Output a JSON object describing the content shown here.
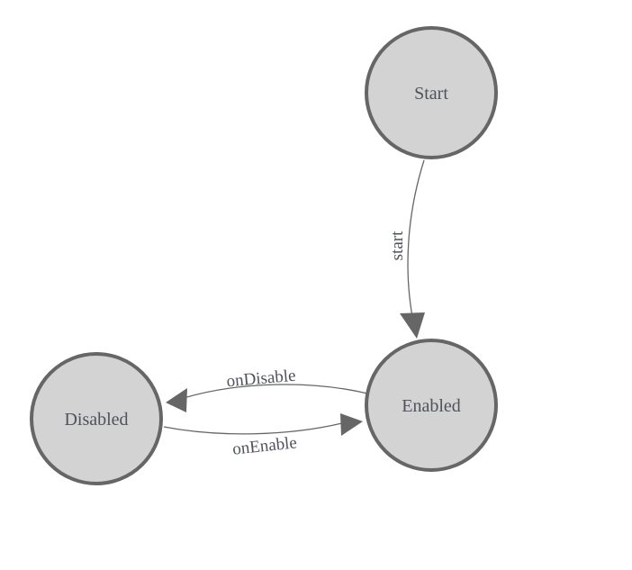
{
  "diagram": {
    "type": "state-diagram",
    "background_color": "#ffffff",
    "colors": {
      "node_fill": "#d3d3d3",
      "node_stroke": "#666666",
      "edge_stroke": "#666666",
      "arrow_fill": "#666666",
      "label_text": "#4f525b"
    },
    "nodes": [
      {
        "id": "start",
        "label": "Start"
      },
      {
        "id": "enabled",
        "label": "Enabled"
      },
      {
        "id": "disabled",
        "label": "Disabled"
      }
    ],
    "edges": [
      {
        "from": "Start",
        "to": "Enabled",
        "label": "start"
      },
      {
        "from": "Enabled",
        "to": "Disabled",
        "label": "onDisable"
      },
      {
        "from": "Disabled",
        "to": "Enabled",
        "label": "onEnable"
      }
    ]
  }
}
